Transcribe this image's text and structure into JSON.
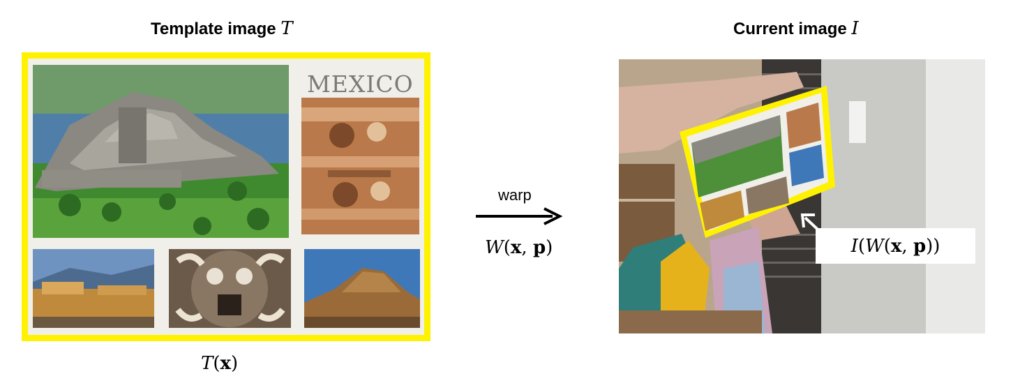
{
  "left_title": {
    "text": "Template image ",
    "symbol": "T"
  },
  "right_title": {
    "text": "Current image ",
    "symbol": "I"
  },
  "template_caption": {
    "fn": "T",
    "open": "(",
    "x": "x",
    "close": ")"
  },
  "arrow": {
    "label": "warp",
    "fn": "W",
    "open": "(",
    "x": "x",
    "sep": ", ",
    "p": "p",
    "close": ")"
  },
  "current_label": {
    "outer": "I",
    "open1": "(",
    "fn": "W",
    "open2": "(",
    "x": "x",
    "sep": ", ",
    "p": "p",
    "close": "))"
  },
  "postcard": {
    "heading": "MEXICO"
  },
  "colors": {
    "highlight": "#fff200",
    "arrow": "#000000"
  }
}
